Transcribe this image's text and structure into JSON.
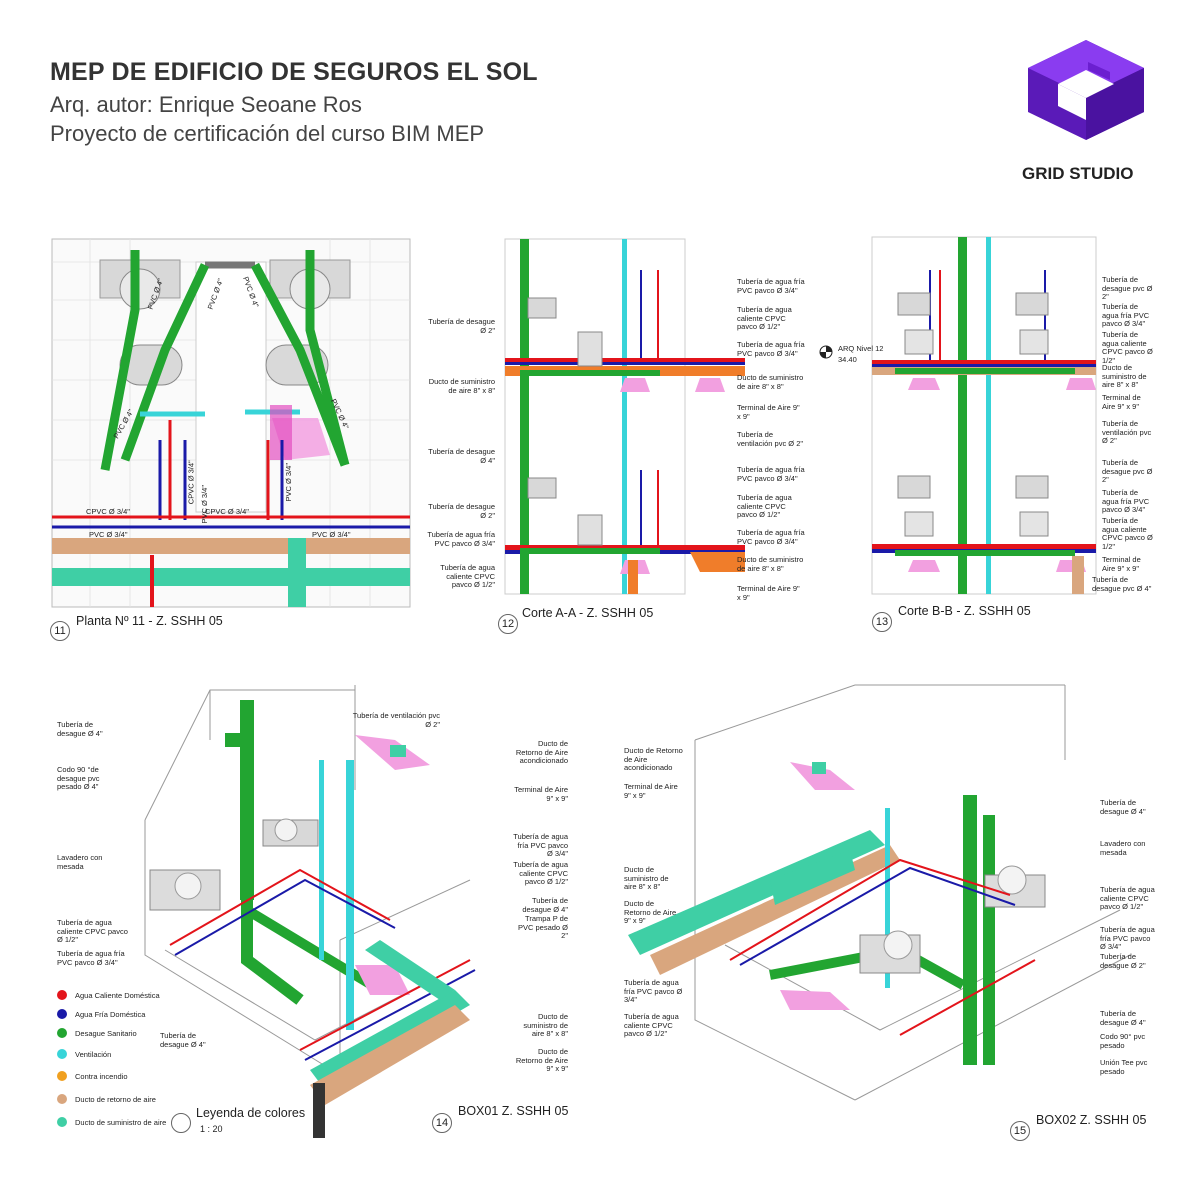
{
  "header": {
    "title": "MEP DE EDIFICIO DE SEGUROS EL SOL",
    "author": "Arq. autor: Enrique Seoane Ros",
    "project": "Proyecto de certificación del curso BIM MEP",
    "logo_text": "GRID STUDIO"
  },
  "colors": {
    "hot_water": "#e3141b",
    "cold_water": "#1a1aa8",
    "drain": "#22a531",
    "vent": "#38d4d8",
    "fire": "#f0a020",
    "return_duct": "#d9a67e",
    "supply_duct": "#3fcfa5",
    "logo_purple": "#6b1fd0"
  },
  "views": {
    "v11": {
      "num": "11",
      "caption": "Planta Nº 11 - Z. SSHH 05",
      "tags": [
        "PVC Ø 4\"",
        "PVC Ø 4\"",
        "PVC Ø 4\"",
        "PVC Ø 4\"",
        "PVC Ø 4\"",
        "CPVC Ø 3/4\"",
        "CPVC Ø 3/4\"",
        "PVC Ø 3/4\"",
        "PVC Ø 3/4\"",
        "CPVC Ø 3/4\"",
        "PVC Ø 3/4\"",
        "PVC Ø 3/4\""
      ]
    },
    "v12": {
      "num": "12",
      "caption": "Corte A-A - Z. SSHH 05",
      "left": [
        "Tubería de desague Ø 2\"",
        "Ducto de suministro de aire  8\" x 8\"",
        "Tubería de desague Ø 4\"",
        "Tubería de desague Ø 2\"",
        "Tubería de agua fría PVC pavco Ø 3/4\"",
        "Tubería de agua caliente CPVC pavco Ø 1/2\""
      ],
      "right": [
        "Tubería de agua fría PVC pavco Ø 3/4\"",
        "Tubería de agua caliente CPVC pavco Ø 1/2\"",
        "Tubería de agua fría PVC pavco Ø 3/4\"",
        "Ducto de suministro de aire  8\" x 8\"",
        "Terminal de Aire 9\" x 9\"",
        "Tubería de ventilación pvc Ø 2\"",
        "Tubería de agua fría PVC pavco Ø 3/4\"",
        "Tubería de agua caliente CPVC pavco Ø 1/2\"",
        "Tubería de agua fría PVC pavco Ø 3/4\"",
        "Ducto de suministro de aire  8\" x 8\"",
        "Terminal de Aire 9\" x 9\""
      ]
    },
    "v13": {
      "num": "13",
      "caption": "Corte B-B - Z. SSHH 05",
      "level": "ARQ Nivel 12",
      "elev": "34.40",
      "right": [
        "Tubería de desague pvc Ø 2\"",
        "Tubería de agua fría PVC pavco Ø 3/4\"",
        "Tubería de agua caliente CPVC pavco Ø 1/2\"",
        "Ducto de suministro de aire  8\" x 8\"",
        "Terminal de Aire 9\" x 9\"",
        "Tubería de ventilación pvc Ø 2\"",
        "Tubería de desague pvc Ø 2\"",
        "Tubería de agua fría PVC pavco Ø 3/4\"",
        "Tubería de agua caliente CPVC pavco Ø 1/2\"",
        "Terminal de Aire 9\" x 9\"",
        "Tubería de desague pvc Ø 4\""
      ]
    },
    "v14": {
      "num": "14",
      "caption": "BOX01 Z. SSHH 05",
      "labels": [
        "Tubería de desague Ø 4\"",
        "Codo 90 °de desague pvc pesado Ø 4\"",
        "Lavadero con mesada",
        "Tubería de agua caliente CPVC pavco Ø 1/2\"",
        "Tubería de agua fría PVC pavco Ø 3/4\"",
        "Tubería de desague Ø 4\"",
        "Tubería de ventilación pvc Ø 2\"",
        "Ducto de Retorno de Aire acondicionado",
        "Terminal de Aire 9\" x 9\"",
        "Tubería de agua fría PVC pavco Ø 3/4\"",
        "Tubería de agua caliente CPVC pavco Ø 1/2\"",
        "Tubería de desague Ø 4\"",
        "Trampa P de PVC pesado Ø 2\"",
        "Ducto de suministro de aire  8\" x 8\"",
        "Ducto de Retorno de Aire 9\" x 9\""
      ]
    },
    "v15": {
      "num": "15",
      "caption": "BOX02 Z. SSHH 05",
      "labels": [
        "Ducto de Retorno de Aire acondicionado",
        "Terminal de Aire 9\" x 9\"",
        "Ducto de suministro de aire  8\" x 8\"",
        "Ducto de Retorno de Aire 9\" x 9\"",
        "Tubería de agua fría PVC pavco Ø 3/4\"",
        "Tubería de agua caliente CPVC pavco Ø 1/2\"",
        "Tubería de desague Ø 4\"",
        "Lavadero con mesada",
        "Tubería de agua caliente CPVC pavco Ø 1/2\"",
        "Tubería de agua fría PVC pavco Ø 3/4\"",
        "Tubería de desague Ø 2\"",
        "Tubería de desague Ø 4\"",
        "Codo 90° pvc pesado",
        "Unión Tee pvc pesado"
      ]
    }
  },
  "legend": {
    "items": [
      "Agua Caliente Doméstica",
      "Agua Fría Doméstica",
      "Desague Sanitario",
      "Ventilación",
      "Contra incendio",
      "Ducto de retorno de aire",
      "Ducto de suministro de aire"
    ],
    "title": "Leyenda de colores",
    "scale": "1 : 20"
  }
}
